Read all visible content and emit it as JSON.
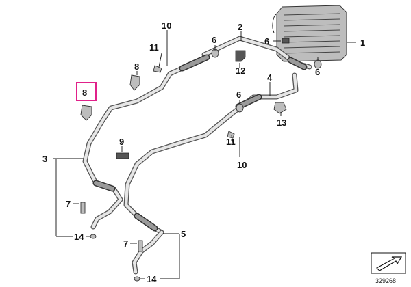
{
  "callouts": {
    "c1": "1",
    "c2": "2",
    "c3": "3",
    "c4": "4",
    "c5": "5",
    "c6a": "6",
    "c6b": "6",
    "c6c": "6",
    "c6d": "6",
    "c7a": "7",
    "c7b": "7",
    "c8a": "8",
    "c8b": "8",
    "c9": "9",
    "c10a": "10",
    "c10b": "10",
    "c11a": "11",
    "c11b": "11",
    "c12": "12",
    "c13": "13",
    "c14a": "14",
    "c14b": "14"
  },
  "highlight": {
    "label": "8",
    "color": "#e0218a"
  },
  "diagram_id": "329268",
  "colors": {
    "pipe": "#555555",
    "pipe_fill": "#e6e6e6",
    "line": "#111111"
  },
  "icons": {
    "corner": "arrow-box-icon"
  }
}
